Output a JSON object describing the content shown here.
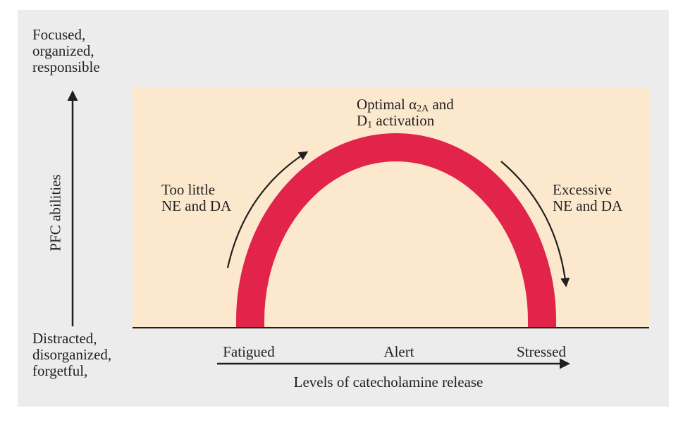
{
  "y_axis": {
    "top_label": [
      "Focused,",
      "organized,",
      "responsible"
    ],
    "bottom_label": [
      "Distracted,",
      "disorganized,",
      "forgetful,"
    ],
    "title": "PFC abilities"
  },
  "x_axis": {
    "ticks": [
      "Fatigued",
      "Alert",
      "Stressed"
    ],
    "title": "Levels of catecholamine release"
  },
  "annotations": {
    "left": [
      "Too little",
      "NE and DA"
    ],
    "right": [
      "Excessive",
      "NE and DA"
    ],
    "top": {
      "line1_text": "Optimal α",
      "line1_sub": "2A",
      "line1_end": " and",
      "line2_text": "D",
      "line2_sub": "1",
      "line2_end": " activation"
    }
  },
  "colors": {
    "background": "#ececec",
    "plot_area": "#fce9cd",
    "curve": "#e2234a",
    "ink": "#231f20"
  },
  "curve": {
    "shape": "inverted-U",
    "peak_label": "Alert"
  }
}
